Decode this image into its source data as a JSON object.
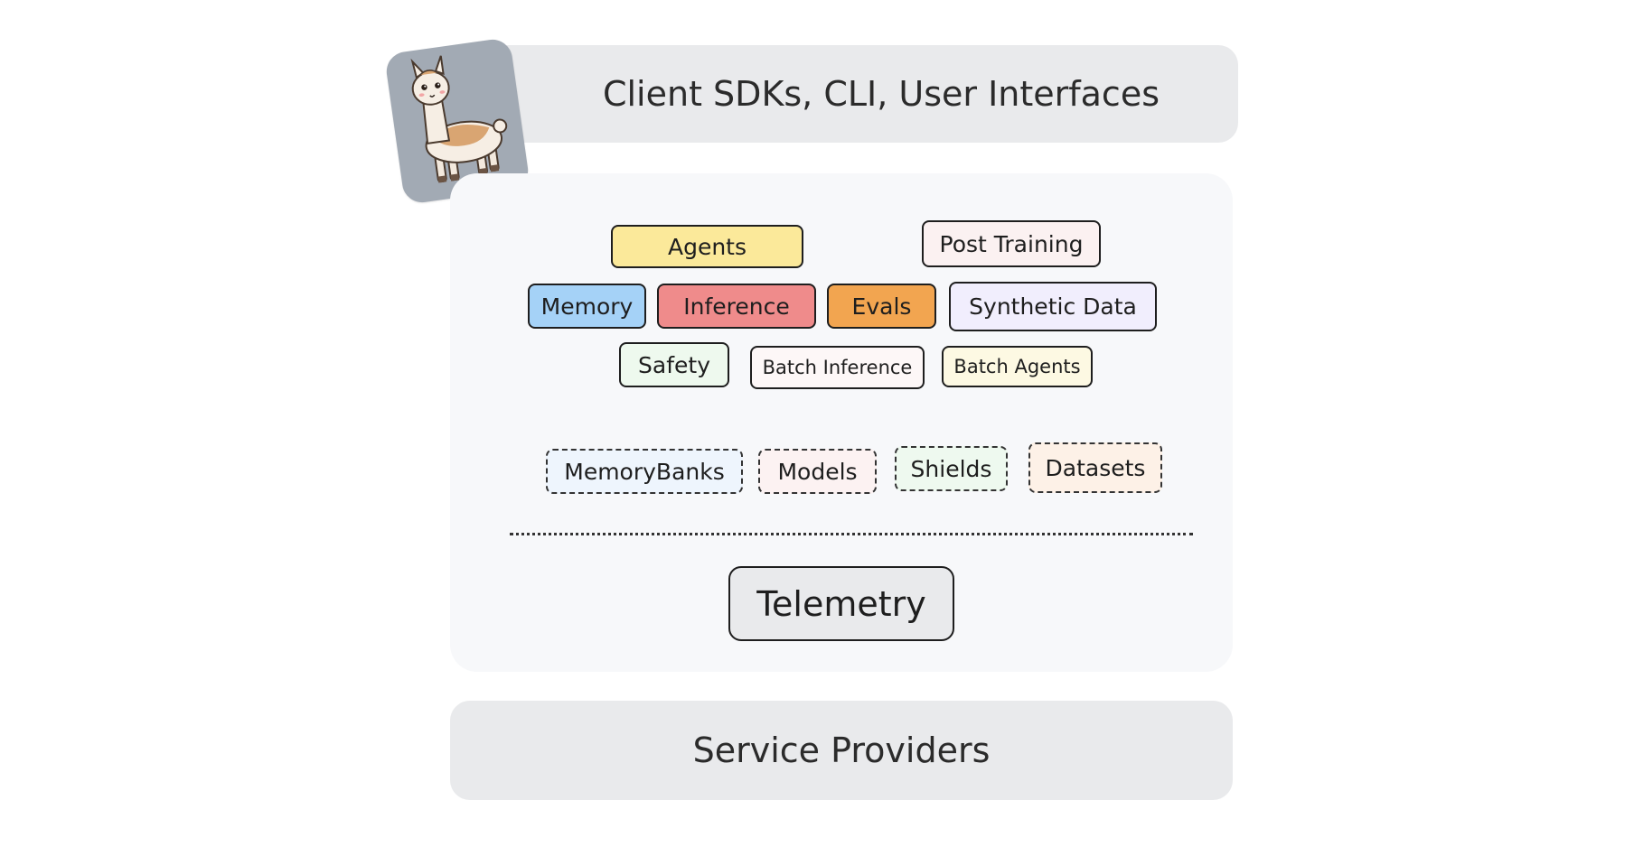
{
  "top_band": {
    "label": "Client SDKs, CLI, User Interfaces"
  },
  "logo": {
    "icon": "llama-icon"
  },
  "apis": {
    "agents": "Agents",
    "post_training": "Post Training",
    "memory": "Memory",
    "inference": "Inference",
    "evals": "Evals",
    "synthetic_data": "Synthetic Data",
    "safety": "Safety",
    "batch_inference": "Batch Inference",
    "batch_agents": "Batch Agents"
  },
  "resources": {
    "memory_banks": "MemoryBanks",
    "models": "Models",
    "shields": "Shields",
    "datasets": "Datasets"
  },
  "telemetry": "Telemetry",
  "bottom_band": {
    "label": "Service Providers"
  },
  "colors": {
    "agents": "#fbe99a",
    "post_training": "#fbf1f1",
    "memory": "#a5d2f7",
    "inference": "#ef8b8b",
    "evals": "#f2a550",
    "synthetic_data": "#f1eefd",
    "safety": "#eef9ee",
    "batch_inference": "#fdf7f7",
    "batch_agents": "#fdf9e3",
    "memory_banks": "#eef5fd",
    "models": "#fcf2f2",
    "shields": "#eef9ef",
    "datasets": "#fdf1e7"
  }
}
